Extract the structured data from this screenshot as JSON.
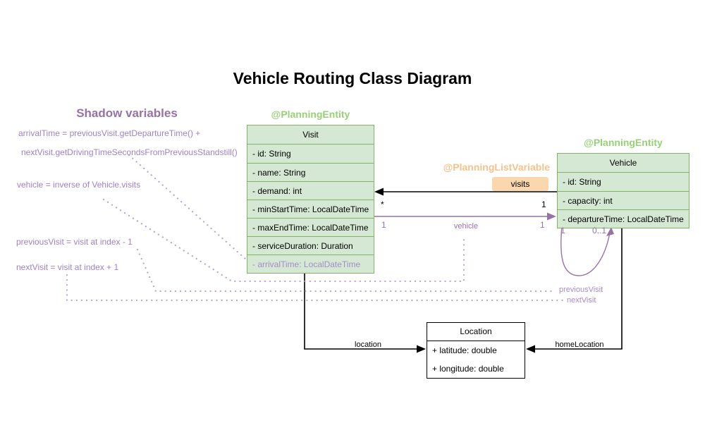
{
  "title": "Vehicle Routing Class Diagram",
  "colors": {
    "green_fill": "#d5e8d4",
    "green_border": "#82b366",
    "green_annotation": "#97d077",
    "orange_annotation": "#f5c28c",
    "orange_badge_bg": "#fad7ac",
    "purple": "#9673a6",
    "purple_light": "#b9a1d4",
    "black": "#000000"
  },
  "shadow_panel": {
    "heading": "Shadow variables",
    "lines": [
      "arrivalTime = previousVisit.getDepartureTime() +",
      "nextVisit.getDrivingTimeSecondsFromPreviousStandstill()",
      "vehicle = inverse of Vehicle.visits",
      "previousVisit = visit at index - 1",
      "nextVisit = visit at index + 1"
    ]
  },
  "annotations": {
    "visit_entity": "@PlanningEntity",
    "vehicle_entity": "@PlanningEntity",
    "planning_list_variable": "@PlanningListVariable"
  },
  "classes": {
    "visit": {
      "name": "Visit",
      "fields": [
        "- id: String",
        "- name: String",
        "- demand: int",
        "- minStartTime: LocalDateTime",
        "- maxEndTime: LocalDateTime",
        "- serviceDuration: Duration",
        "- arrivalTime: LocalDateTime"
      ]
    },
    "vehicle": {
      "name": "Vehicle",
      "fields": [
        "- id: String",
        "- capacity: int",
        "- departureTime: LocalDateTime"
      ]
    },
    "location": {
      "name": "Location",
      "fields": [
        "+ latitude: double",
        "+ longitude: double"
      ]
    }
  },
  "relations": {
    "visits": {
      "label": "visits",
      "mult_vehicle_end": "1",
      "mult_visit_end": "*"
    },
    "vehicle": {
      "label": "vehicle",
      "mult_visit_end": "1",
      "mult_vehicle_end": "1"
    },
    "self_loop": {
      "mult_left": "1",
      "mult_right": "0..1"
    },
    "previous_visit_label": "previousVisit",
    "next_visit_label": "nextVisit",
    "location_label": "location",
    "home_location_label": "homeLocation"
  }
}
